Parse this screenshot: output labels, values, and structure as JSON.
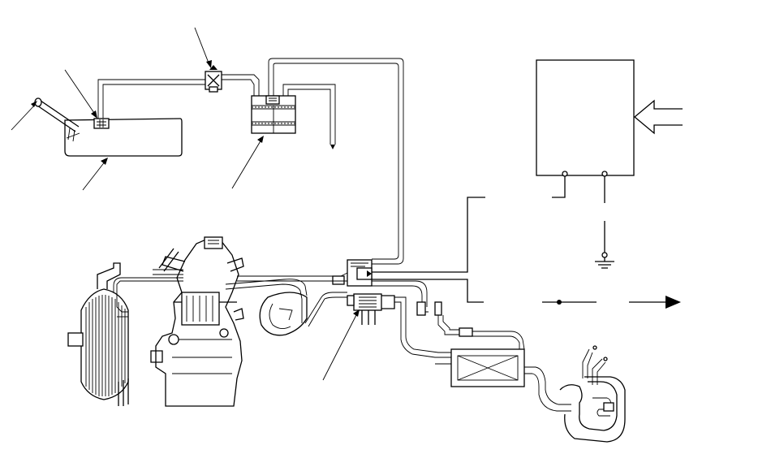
{
  "diagram": {
    "components": [
      {
        "name": "fuel-tank",
        "label": ""
      },
      {
        "name": "fuel-filler-pipe",
        "label": ""
      },
      {
        "name": "rollover-valve",
        "label": ""
      },
      {
        "name": "two-way-valve",
        "label": ""
      },
      {
        "name": "charcoal-canister",
        "label": ""
      },
      {
        "name": "purge-control-solenoid-valve",
        "label": ""
      },
      {
        "name": "engine-control-module",
        "label": ""
      },
      {
        "name": "engine",
        "label": ""
      },
      {
        "name": "catalytic-converter",
        "label": ""
      },
      {
        "name": "intake-air-chamber",
        "label": ""
      }
    ],
    "callouts": [
      {
        "name": "callout-filler-cap"
      },
      {
        "name": "callout-rollover-valve"
      },
      {
        "name": "callout-fuel-tank"
      },
      {
        "name": "callout-two-way-valve"
      },
      {
        "name": "callout-canister"
      },
      {
        "name": "callout-purge-valve"
      }
    ]
  }
}
